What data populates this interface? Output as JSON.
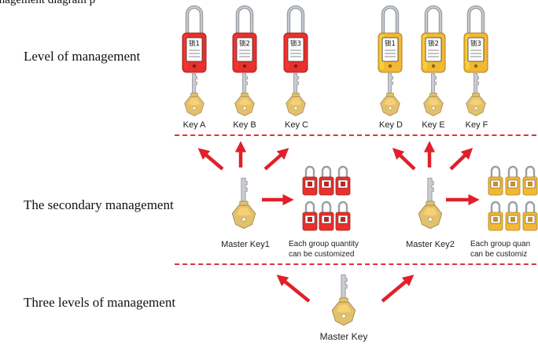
{
  "top_fragment": "e management diagram p",
  "levels": {
    "first": "Level of management",
    "second": "The secondary management",
    "third": "Three levels of management"
  },
  "padlocks": {
    "red": {
      "color": "#e8302c",
      "tags": [
        "锁1",
        "锁2",
        "锁3"
      ]
    },
    "yellow": {
      "color": "#f3b833",
      "tags": [
        "锁1",
        "锁2",
        "锁3"
      ]
    }
  },
  "keys": {
    "level1": [
      "Key A",
      "Key B",
      "Key C",
      "Key D",
      "Key E",
      "Key F"
    ],
    "master1": "Master Key1",
    "master2": "Master Key2",
    "grand_master": "Master Key"
  },
  "group_caption": {
    "line1": "Each group quantity",
    "line2": "can be customized",
    "line1_cut": "Each group quan",
    "line2_cut": "can be customiz"
  },
  "colors": {
    "arrow": "#e0202a",
    "divider": "#e0313a",
    "key_brass": "#e3c06c",
    "shackle": "#9aa0a6"
  }
}
